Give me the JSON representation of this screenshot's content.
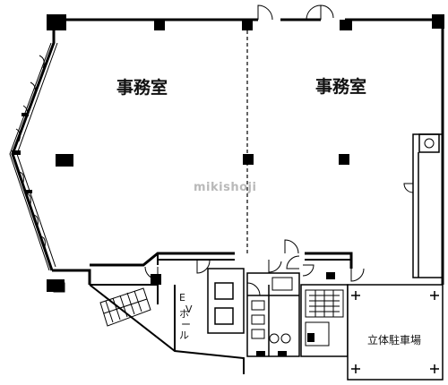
{
  "rooms": {
    "office_left": "事務室",
    "office_right": "事務室"
  },
  "labels": {
    "parking": "立体駐車場",
    "ev_line1": "E",
    "ev_line2": "V",
    "ev_line3": "ホ",
    "ev_line4": "ー",
    "ev_line5": "ル"
  },
  "watermark": "mikishoji"
}
